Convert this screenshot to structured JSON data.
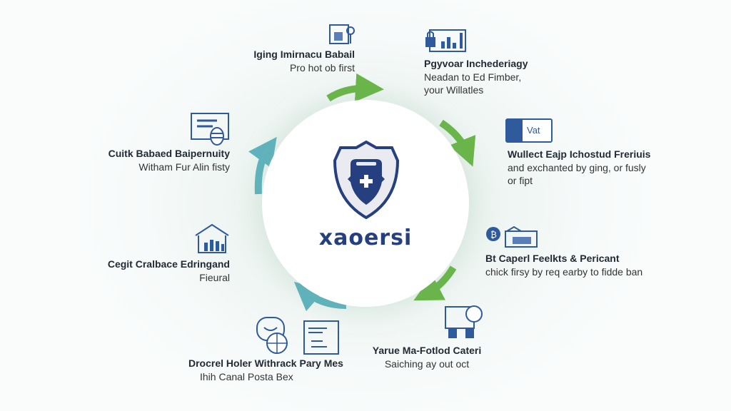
{
  "center": {
    "brand": "xaoersi",
    "icon": "shield-plus-icon"
  },
  "colors": {
    "navy": "#263f7f",
    "green": "#6ab648",
    "teal": "#5fb3bf"
  },
  "items": [
    {
      "title": "Iging Imirnacu Babail",
      "subtitle": "Pro hot ob first",
      "icon": "document-key-icon"
    },
    {
      "title": "Pgyvoar Inchederiagy",
      "subtitle": "Neadan to Ed Fimber,",
      "subtitle2": "your Willatles",
      "icon": "lock-chart-icon"
    },
    {
      "title": "Wullect Eajp Ichostud Freriuis",
      "subtitle": "and exchanted by ging, or fusly",
      "subtitle2": "or fipt",
      "icon": "wallet-vault-icon",
      "icon_label": "Vat"
    },
    {
      "title": "Bt Caperl Feelkts & Pericant",
      "subtitle": "chick firsy by req earby to fidde ban",
      "icon": "bitcoin-shop-icon"
    },
    {
      "title": "Yarue Ma-Fotlod Cateri",
      "subtitle": "Saiching ay out oct",
      "icon": "board-people-icon"
    },
    {
      "title": "Drocrel Holer Withrack Pary Mes",
      "subtitle": "Ihih Canal Posta Bex",
      "icon": "chat-globe-document-icon"
    },
    {
      "title": "Cegit Cralbace Edringand",
      "subtitle": "Fieural",
      "icon": "bank-chart-icon"
    },
    {
      "title": "Cuitk Babaed Baipernuity",
      "subtitle": "Witham Fur Alin fisty",
      "icon": "card-shield-icon"
    }
  ]
}
